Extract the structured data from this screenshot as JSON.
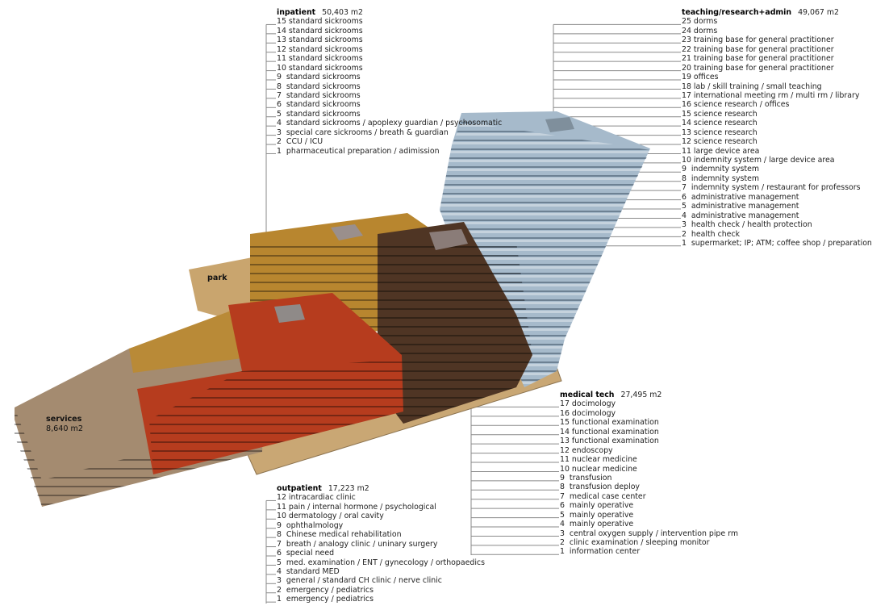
{
  "colors": {
    "services": "#a48b70",
    "park": "#c9a56e",
    "inpatient": "#b8862f",
    "outpatient": "#b63c1e",
    "medical_tech": "#4f3524",
    "teaching": "#a6bacb",
    "base": "#c9a774",
    "leader": "#8a8a8a"
  },
  "labels": {
    "park": "park",
    "services": "services",
    "services_area": "8,640 m2"
  },
  "groups": {
    "inpatient": {
      "name": "inpatient",
      "area": "50,403 m2",
      "items": [
        "15 standard sickrooms",
        "14 standard sickrooms",
        "13 standard sickrooms",
        "12 standard sickrooms",
        "11 standard sickrooms",
        "10 standard sickrooms",
        "9  standard sickrooms",
        "8  standard sickrooms",
        "7  standard sickrooms",
        "6  standard sickrooms",
        "5  standard sickrooms",
        "4  standard sickrooms / apoplexy guardian / psychosomatic",
        "3  special care sickrooms / breath & guardian",
        "2  CCU / ICU",
        "1  pharmaceutical preparation / adimission"
      ]
    },
    "teaching": {
      "name": "teaching/research+admin",
      "area": "49,067 m2",
      "items": [
        "25 dorms",
        "24 dorms",
        "23 training base for general practitioner",
        "22 training base for general practitioner",
        "21 training base for general practitioner",
        "20 training base for general practitioner",
        "19 offices",
        "18 lab / skill training / small teaching",
        "17 international meeting rm / multi rm / library",
        "16 science research / offices",
        "15 science research",
        "14 science research",
        "13 science research",
        "12 science research",
        "11 large device area",
        "10 indemnity system / large device area",
        "9  indemnity system",
        "8  indemnity system",
        "7  indemnity system / restaurant for professors",
        "6  administrative management",
        "5  administrative management",
        "4  administrative management",
        "3  health check / health protection",
        "2  health check",
        "1  supermarket; IP; ATM; coffee shop / preparation"
      ]
    },
    "medical_tech": {
      "name": "medical tech",
      "area": "27,495 m2",
      "items": [
        "17 docimology",
        "16 docimology",
        "15 functional examination",
        "14 functional examination",
        "13 functional examination",
        "12 endoscopy",
        "11 nuclear medicine",
        "10 nuclear medicine",
        "9  transfusion",
        "8  transfusion deploy",
        "7  medical case center",
        "6  mainly operative",
        "5  mainly operative",
        "4  mainly operative",
        "3  central oxygen supply / intervention pipe rm",
        "2  clinic examination / sleeping monitor",
        "1  information center"
      ]
    },
    "outpatient": {
      "name": "outpatient",
      "area": "17,223 m2",
      "items": [
        "12 intracardiac clinic",
        "11 pain / internal hormone / psychological",
        "10 dermatology / oral cavity",
        "9  ophthalmology",
        "8  Chinese medical rehabilitation",
        "7  breath / analogy clinic / uninary surgery",
        "6  special need",
        "5  med. examination / ENT / gynecology / orthopaedics",
        "4  standard MED",
        "3  general / standard CH clinic / nerve clinic",
        "2  emergency / pediatrics",
        "1  emergency / pediatrics"
      ]
    }
  }
}
